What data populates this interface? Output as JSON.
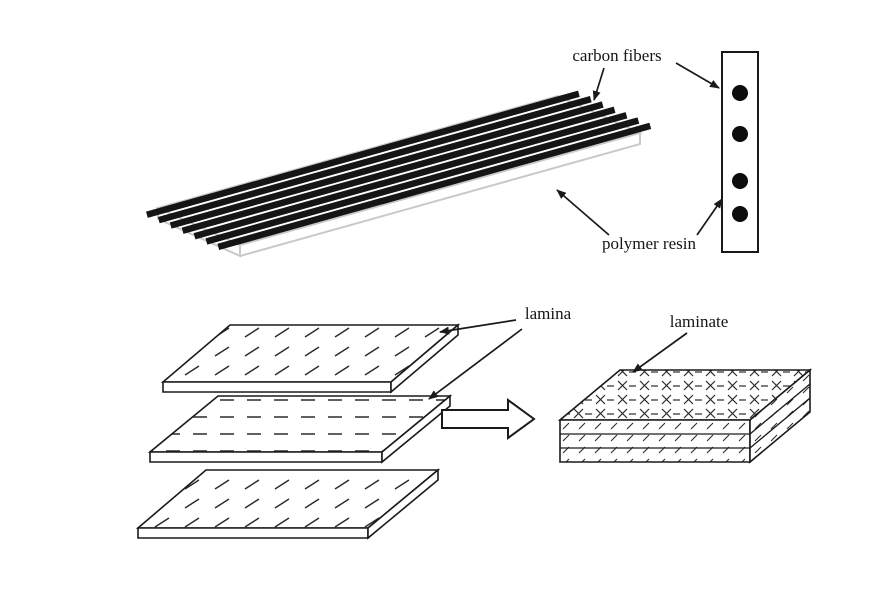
{
  "diagram": {
    "labels": {
      "carbon_fibers": "carbon fibers",
      "polymer_resin": "polymer resin",
      "lamina": "lamina",
      "laminate": "laminate"
    },
    "counts": {
      "carbon_fiber_rods": 7,
      "cross_section_dots": 4,
      "lamina_sheets": 3,
      "laminate_layers": 3
    },
    "colors": {
      "ink": "#1a1a1a",
      "fiber_black": "#151515",
      "slab_outline_gray": "#c9c9c9",
      "background": "#ffffff"
    }
  }
}
